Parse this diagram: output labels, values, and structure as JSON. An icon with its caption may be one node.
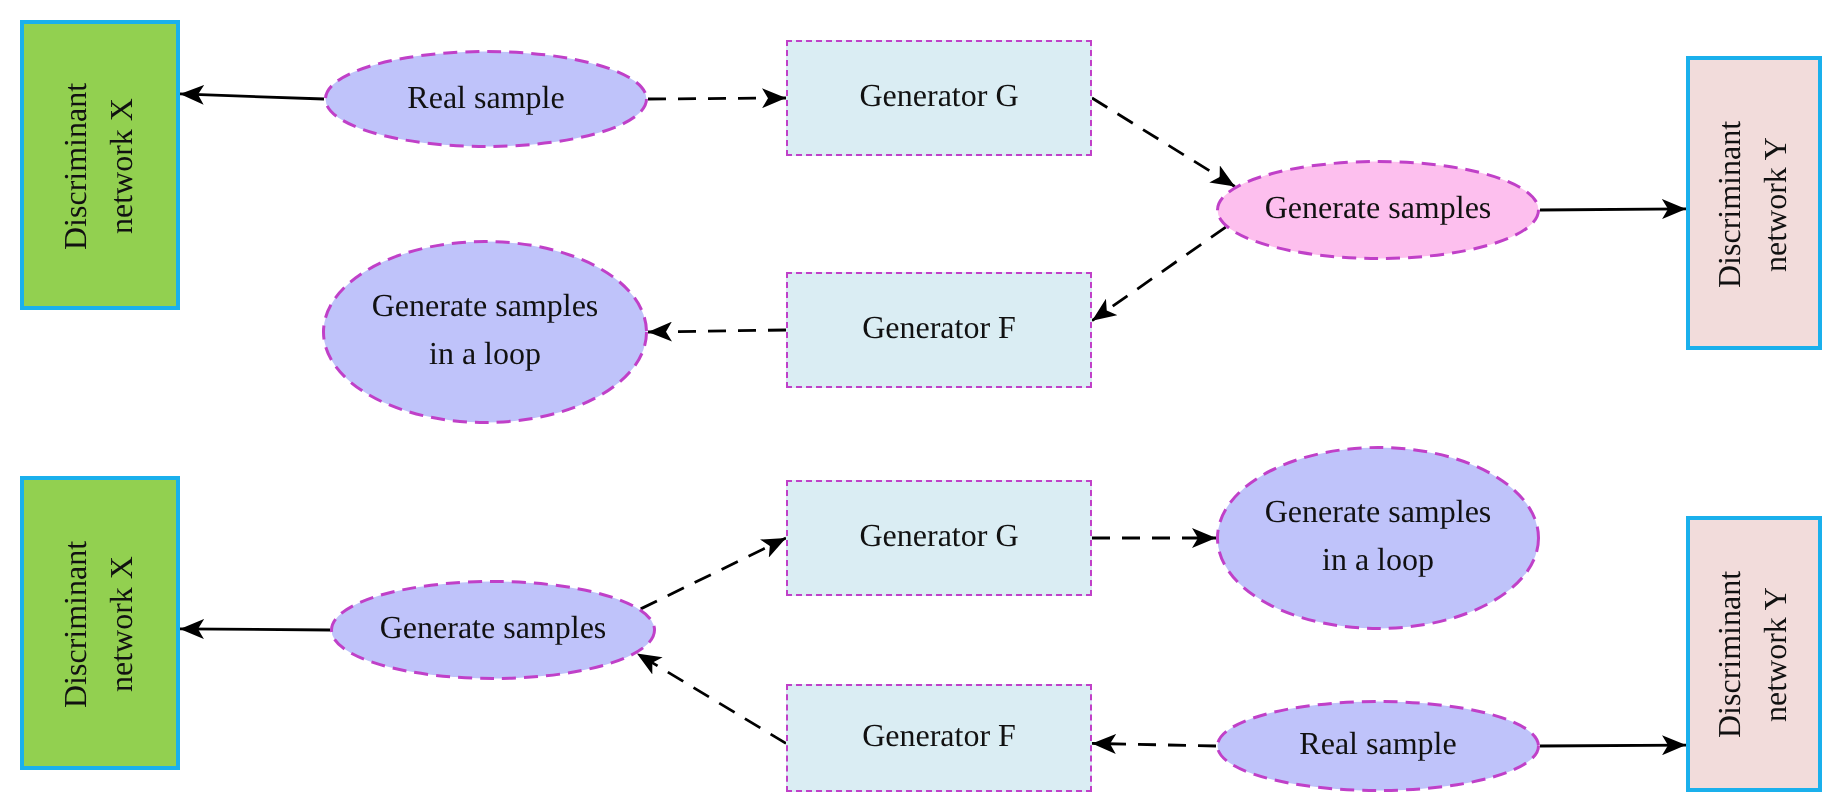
{
  "diagram": {
    "nodes": [
      {
        "text": [
          "Discriminant network X"
        ]
      },
      {
        "text": [
          "Real sample"
        ]
      },
      {
        "text": [
          "Generator G"
        ]
      },
      {
        "text": [
          "Generate samples"
        ]
      },
      {
        "text": [
          "Discriminant network Y"
        ]
      },
      {
        "text": [
          "Generate samples in a loop"
        ]
      },
      {
        "text": [
          "Generator F"
        ]
      },
      {
        "text": [
          "Discriminant network X"
        ]
      },
      {
        "text": [
          "Generate samples"
        ]
      },
      {
        "text": [
          "Generator G"
        ]
      },
      {
        "text": [
          "Generate samples in a loop"
        ]
      },
      {
        "text": [
          "Generator F"
        ]
      },
      {
        "text": [
          "Real sample"
        ]
      },
      {
        "text": [
          "Discriminant network Y"
        ]
      }
    ],
    "edges": [
      {
        "from": 1,
        "to": 0,
        "arrow": "to"
      },
      {
        "from": 1,
        "to": 2,
        "arrow": "to",
        "style": "dashed"
      },
      {
        "from": 2,
        "to": 3,
        "arrow": "to",
        "style": "dashed"
      },
      {
        "from": 3,
        "to": 6,
        "arrow": "to",
        "style": "dashed"
      },
      {
        "from": 3,
        "to": 4,
        "arrow": "to"
      },
      {
        "from": 6,
        "to": 5,
        "arrow": "to",
        "style": "dashed"
      },
      {
        "from": 8,
        "to": 7,
        "arrow": "to"
      },
      {
        "from": 8,
        "to": 9,
        "arrow": "to",
        "style": "dashed"
      },
      {
        "from": 11,
        "to": 8,
        "arrow": "to",
        "style": "dashed"
      },
      {
        "from": 9,
        "to": 10,
        "arrow": "to",
        "style": "dashed"
      },
      {
        "from": 12,
        "to": 11,
        "arrow": "to",
        "style": "dashed"
      },
      {
        "from": 12,
        "to": 13,
        "arrow": "to"
      }
    ]
  }
}
